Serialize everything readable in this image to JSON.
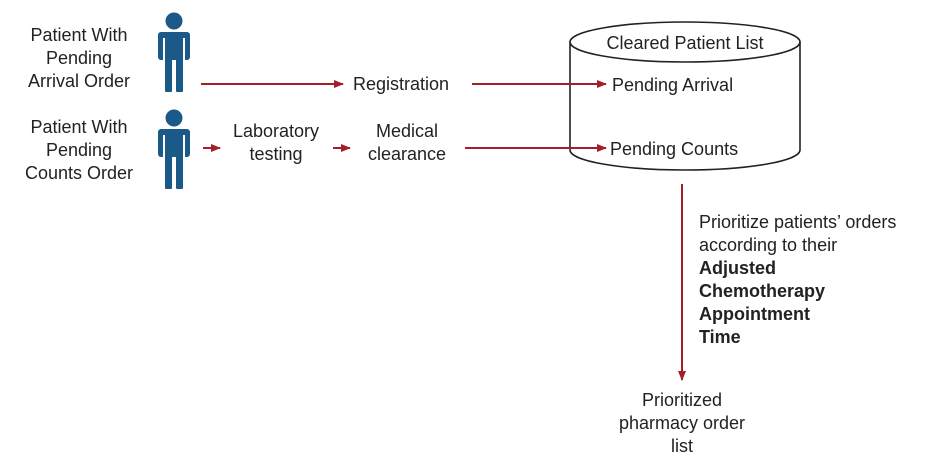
{
  "colors": {
    "arrow": "#A3202A",
    "person": "#1B5A88",
    "text": "#222222",
    "cylinder_stroke": "#222222"
  },
  "icons": {
    "person": "person-icon"
  },
  "patients": {
    "arrival": {
      "line1": "Patient With",
      "line2": "Pending",
      "line3": "Arrival Order"
    },
    "counts": {
      "line1": "Patient With",
      "line2": "Pending",
      "line3": "Counts Order"
    }
  },
  "steps": {
    "registration": "Registration",
    "lab_line1": "Laboratory",
    "lab_line2": "testing",
    "medical_line1": "Medical",
    "medical_line2": "clearance"
  },
  "database": {
    "title": "Cleared Patient List",
    "pending_arrival": "Pending Arrival",
    "pending_counts": "Pending Counts"
  },
  "prioritize": {
    "line1": "Prioritize patients’ orders",
    "line2": "according to their",
    "bold1": "Adjusted",
    "bold2": "Chemotherapy",
    "bold3": "Appointment",
    "bold4": "Time"
  },
  "output": {
    "line1": "Prioritized",
    "line2": "pharmacy order",
    "line3": "list"
  }
}
